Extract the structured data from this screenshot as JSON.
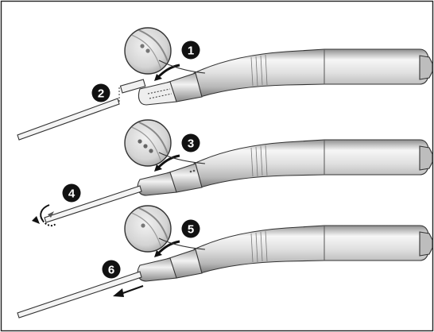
{
  "steps": [
    {
      "number": "1"
    },
    {
      "number": "2"
    },
    {
      "number": "3"
    },
    {
      "number": "4"
    },
    {
      "number": "5"
    },
    {
      "number": "6"
    }
  ],
  "colors": {
    "handpiece_light": "#f4f4f4",
    "handpiece_mid": "#cfcfcf",
    "handpiece_dark": "#8e8e8e",
    "outline": "#333333",
    "badge": "#111111"
  }
}
